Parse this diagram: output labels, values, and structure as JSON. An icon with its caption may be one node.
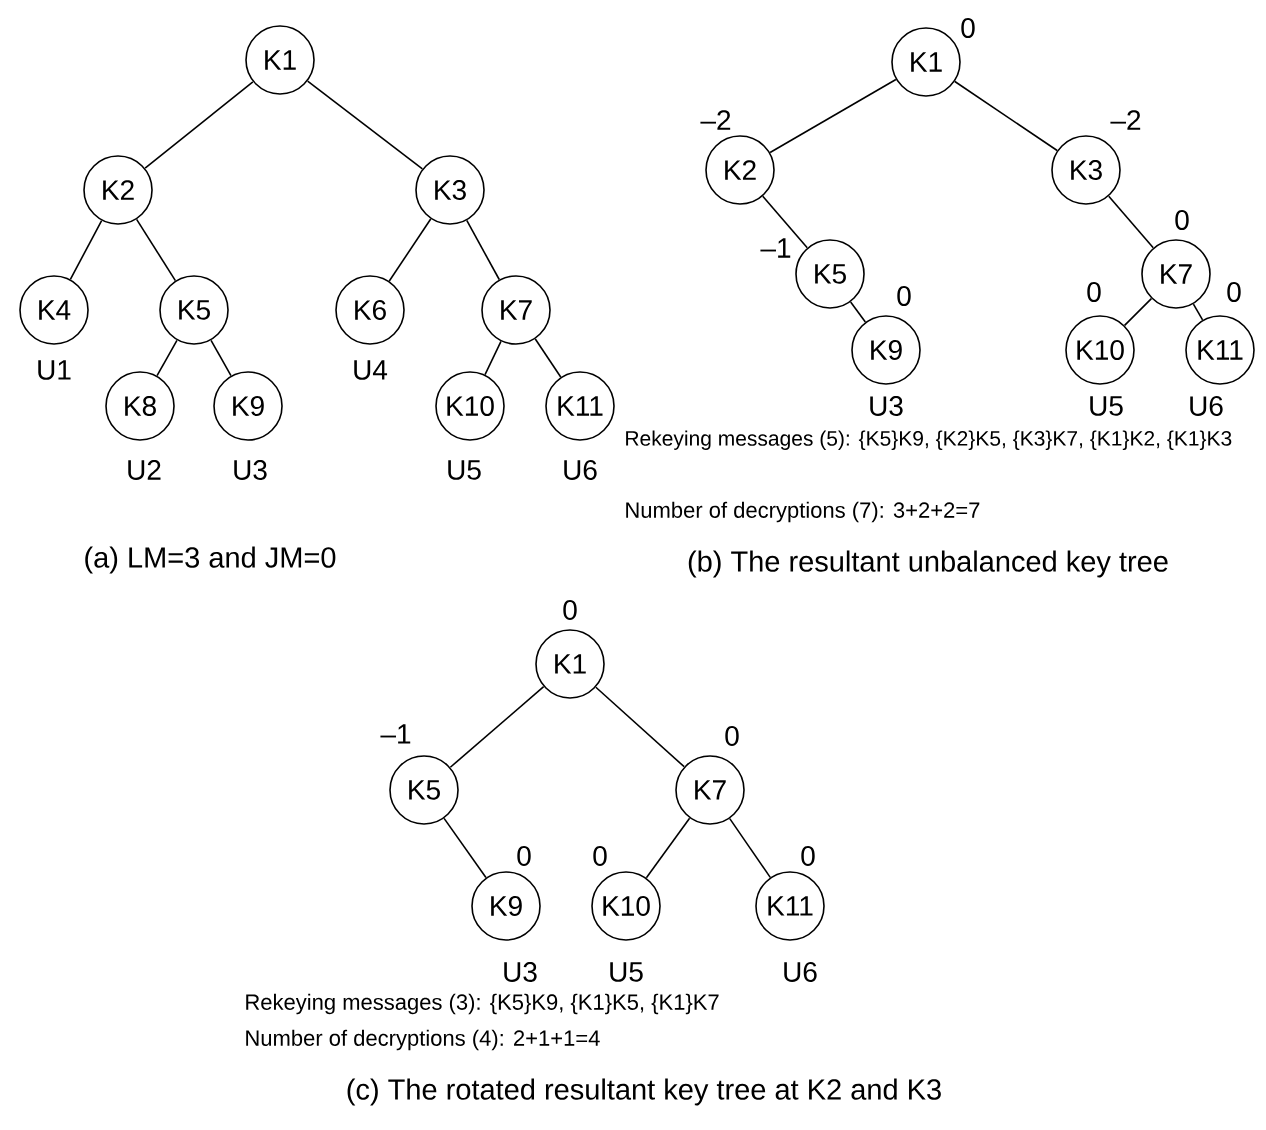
{
  "diagram": {
    "nodes": [
      {
        "text": [
          "K1"
        ]
      },
      {
        "text": [
          "K2"
        ]
      },
      {
        "text": [
          "K3"
        ]
      },
      {
        "text": [
          "K4"
        ],
        "beside": [
          "U1"
        ]
      },
      {
        "text": [
          "K5"
        ]
      },
      {
        "text": [
          "K6"
        ],
        "beside": [
          "U4"
        ]
      },
      {
        "text": [
          "K7"
        ]
      },
      {
        "text": [
          "K8"
        ],
        "beside": [
          "U2"
        ]
      },
      {
        "text": [
          "K9"
        ],
        "beside": [
          "U3"
        ]
      },
      {
        "text": [
          "K10"
        ],
        "beside": [
          "U5"
        ]
      },
      {
        "text": [
          "K11"
        ],
        "beside": [
          "U6"
        ]
      },
      {
        "text": [
          "K1"
        ],
        "beside": [
          "0"
        ]
      },
      {
        "text": [
          "K2"
        ],
        "beside": [
          "–2"
        ]
      },
      {
        "text": [
          "K3"
        ],
        "beside": [
          "–2"
        ]
      },
      {
        "text": [
          "K5"
        ],
        "beside": [
          "–1"
        ]
      },
      {
        "text": [
          "K7"
        ],
        "beside": [
          "0"
        ]
      },
      {
        "text": [
          "K9"
        ],
        "beside": [
          "0",
          "U3"
        ]
      },
      {
        "text": [
          "K10"
        ],
        "beside": [
          "0",
          "U5"
        ]
      },
      {
        "text": [
          "K11"
        ],
        "beside": [
          "0",
          "U6"
        ]
      },
      {
        "text": [
          "K1"
        ],
        "beside": [
          "0"
        ]
      },
      {
        "text": [
          "K5"
        ],
        "beside": [
          "–1"
        ]
      },
      {
        "text": [
          "K7"
        ],
        "beside": [
          "0"
        ]
      },
      {
        "text": [
          "K9"
        ],
        "beside": [
          "0",
          "U3"
        ]
      },
      {
        "text": [
          "K10"
        ],
        "beside": [
          "0",
          "U5"
        ]
      },
      {
        "text": [
          "K11"
        ],
        "beside": [
          "0",
          "U6"
        ]
      }
    ],
    "edges": [
      {
        "from": 0,
        "to": 1,
        "arrow": "none"
      },
      {
        "from": 0,
        "to": 2,
        "arrow": "none"
      },
      {
        "from": 1,
        "to": 3,
        "arrow": "none"
      },
      {
        "from": 1,
        "to": 4,
        "arrow": "none"
      },
      {
        "from": 2,
        "to": 5,
        "arrow": "none"
      },
      {
        "from": 2,
        "to": 6,
        "arrow": "none"
      },
      {
        "from": 4,
        "to": 7,
        "arrow": "none"
      },
      {
        "from": 4,
        "to": 8,
        "arrow": "none"
      },
      {
        "from": 6,
        "to": 9,
        "arrow": "none"
      },
      {
        "from": 6,
        "to": 10,
        "arrow": "none"
      },
      {
        "from": 11,
        "to": 12,
        "arrow": "none"
      },
      {
        "from": 11,
        "to": 13,
        "arrow": "none"
      },
      {
        "from": 12,
        "to": 14,
        "arrow": "none"
      },
      {
        "from": 14,
        "to": 16,
        "arrow": "none"
      },
      {
        "from": 13,
        "to": 15,
        "arrow": "none"
      },
      {
        "from": 15,
        "to": 17,
        "arrow": "none"
      },
      {
        "from": 15,
        "to": 18,
        "arrow": "none"
      },
      {
        "from": 19,
        "to": 20,
        "arrow": "none"
      },
      {
        "from": 19,
        "to": 21,
        "arrow": "none"
      },
      {
        "from": 20,
        "to": 22,
        "arrow": "none"
      },
      {
        "from": 21,
        "to": 23,
        "arrow": "none"
      },
      {
        "from": 21,
        "to": 24,
        "arrow": "none"
      }
    ],
    "labels": [
      "(a) LM=3 and JM=0",
      "Rekeying messages (5): {K5}K9, {K2}K5, {K3}K7, {K1}K2, {K1}K3",
      "Number of decryptions (7): 3+2+2=7",
      "(b) The resultant unbalanced key tree",
      "Rekeying messages (3): {K5}K9, {K1}K5, {K1}K7",
      "Number of decryptions (4): 2+1+1=4",
      "(c) The rotated resultant key tree at K2 and K3"
    ]
  }
}
